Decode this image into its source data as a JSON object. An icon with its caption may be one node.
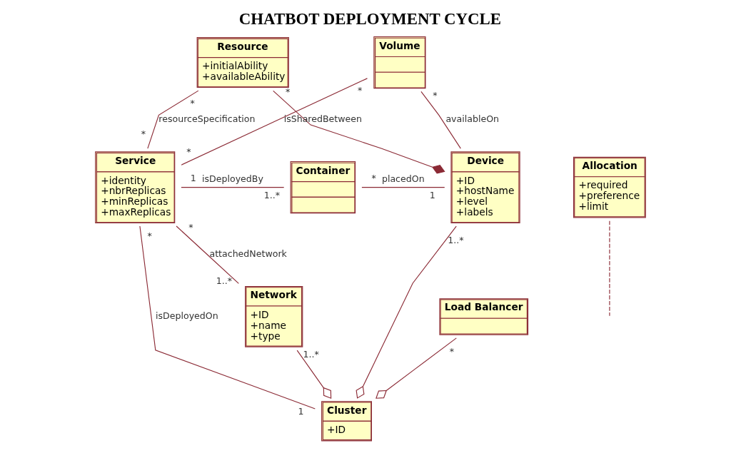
{
  "diagram": {
    "title": "CHATBOT DEPLOYMENT CYCLE",
    "nodes": [
      {
        "text": [
          "Resource",
          "+initialAbility +availableAbility"
        ]
      },
      {
        "text": [
          "Allocation",
          "+required +preference +limit"
        ]
      },
      {
        "text": [
          "Volume"
        ]
      },
      {
        "text": [
          "Service",
          "+identity +nbrReplicas +minReplicas +maxReplicas"
        ]
      },
      {
        "text": [
          "Container"
        ]
      },
      {
        "text": [
          "Device",
          "+ID +hostName +level +labels"
        ]
      },
      {
        "text": [
          "Cluster",
          "+ID"
        ]
      },
      {
        "text": [
          "Network",
          "+ID +name +type"
        ]
      },
      {
        "text": [
          "Load Balancer"
        ]
      }
    ],
    "edges": [
      {
        "from": 0,
        "to": 5,
        "arrow": "other"
      },
      {
        "from": 0,
        "to": 3,
        "arrow": "none",
        "label": "resourceSpecification"
      },
      {
        "from": 1,
        "to": null,
        "arrow": "none",
        "style": "dashed"
      },
      {
        "from": 3,
        "to": 2,
        "arrow": "none",
        "label": "isSharedBetween"
      },
      {
        "from": 2,
        "to": 5,
        "arrow": "none",
        "label": "availableOn"
      },
      {
        "from": 3,
        "to": 4,
        "arrow": "none",
        "label": "isDeployedBy"
      },
      {
        "from": 4,
        "to": 5,
        "arrow": "none",
        "label": "placedOn"
      },
      {
        "from": 5,
        "to": 6,
        "arrow": "other"
      },
      {
        "from": 3,
        "to": 6,
        "arrow": "none",
        "label": "isDeployedOn"
      },
      {
        "from": 7,
        "to": 6,
        "arrow": "other"
      },
      {
        "from": 8,
        "to": 6,
        "arrow": "other"
      },
      {
        "from": 3,
        "to": 7,
        "arrow": "none",
        "label": "attachedNetwork"
      }
    ],
    "labels": [
      "*",
      "*",
      "*",
      "*",
      "*",
      "*",
      "1",
      "1..*",
      "*",
      "1",
      "1..*",
      "*",
      "*",
      "1",
      "1..*",
      "*",
      "1..*"
    ]
  }
}
